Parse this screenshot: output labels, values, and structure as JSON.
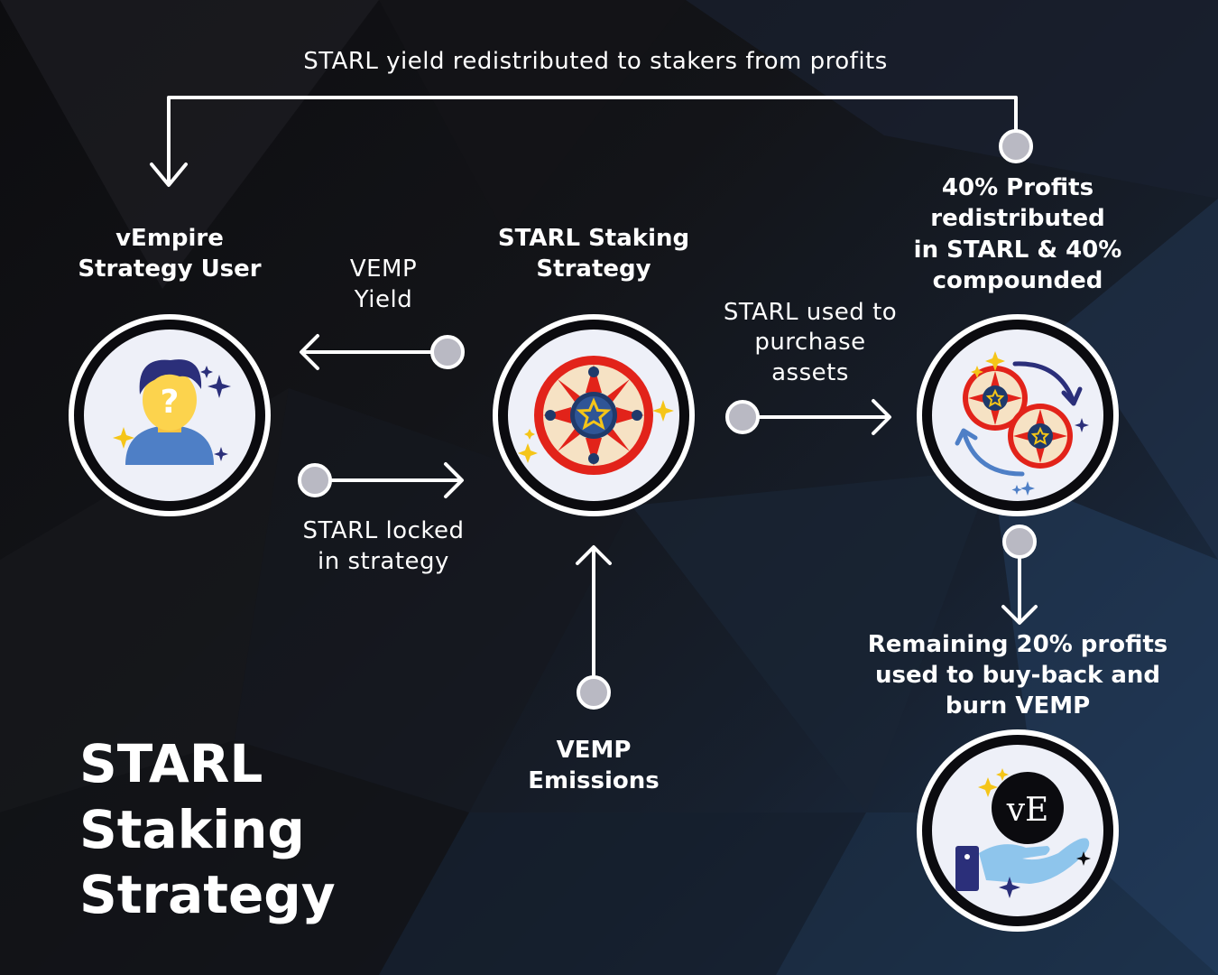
{
  "diagram": {
    "main_title": [
      "STARL",
      "Staking",
      "Strategy"
    ],
    "top_flow_label": "STARL yield redistributed to stakers from profits",
    "nodes": {
      "user": {
        "title": [
          "vEmpire",
          "Strategy User"
        ],
        "icon": "user-question-icon"
      },
      "strategy": {
        "title": [
          "STARL Staking",
          "Strategy"
        ],
        "icon": "starl-token-icon"
      },
      "compound": {
        "title": [
          "40% Profits",
          "redistributed",
          "in STARL & 40%",
          "compounded"
        ],
        "icon": "compound-cycle-icon"
      },
      "burn": {
        "title": [
          "Remaining 20% profits",
          "used to buy-back and",
          "burn VEMP"
        ],
        "icon": "hand-vemp-coin-icon",
        "coin_text": "vE"
      }
    },
    "edges": {
      "vemp_yield": [
        "VEMP",
        "Yield"
      ],
      "starl_locked": [
        "STARL locked",
        "in strategy"
      ],
      "starl_purchase": [
        "STARL used to",
        "purchase",
        "assets"
      ],
      "vemp_emissions": [
        "VEMP",
        "Emissions"
      ]
    },
    "colors": {
      "accent_red": "#e2231a",
      "token_cream": "#f6e2c4",
      "token_navy": "#1f3a6b",
      "sparkle_gold": "#f5c518",
      "sparkle_navy": "#2b2f7a",
      "dot_gray": "#b9b9c3"
    }
  }
}
